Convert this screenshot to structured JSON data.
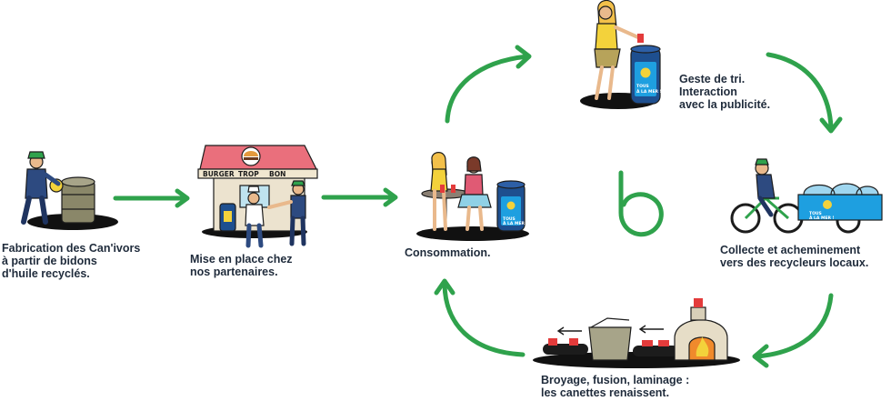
{
  "diagram": {
    "steps": [
      {
        "id": "fabrication",
        "lines": [
          "Fabrication des Can'ivors",
          "à partir de bidons",
          "d'huile recyclés."
        ]
      },
      {
        "id": "mise-en-place",
        "lines": [
          "Mise en place chez",
          "nos partenaires."
        ]
      },
      {
        "id": "consommation",
        "lines": [
          "Consommation."
        ]
      },
      {
        "id": "geste-de-tri",
        "lines": [
          "Geste de tri.",
          "Interaction",
          "avec la publicité."
        ]
      },
      {
        "id": "collecte",
        "lines": [
          "Collecte et acheminement",
          "vers des recycleurs locaux."
        ]
      },
      {
        "id": "broyage",
        "lines": [
          "Broyage, fusion, laminage :",
          "les canettes renaissent."
        ]
      }
    ],
    "shop_sign": [
      "BURGER",
      "TROP",
      "BON"
    ],
    "bin_label": [
      "TOUS",
      "À LA MER !"
    ],
    "colors": {
      "arrow": "#2fa24c",
      "bin_blue": "#1e4f8f",
      "bin_light": "#1e9fe0",
      "awning": "#ea6f7c",
      "text": "#1f2b3b"
    }
  }
}
